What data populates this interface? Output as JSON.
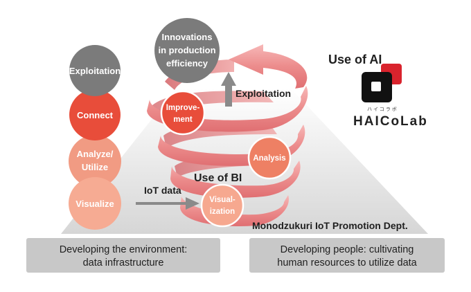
{
  "left_stack": {
    "exploitation": "Exploitation",
    "connect": "Connect",
    "analyze_line1": "Analyze/",
    "analyze_line2": "Utilize",
    "visualize": "Visualize"
  },
  "top_circle": {
    "line1": "Innovations",
    "line2": "in production",
    "line3": "efficiency"
  },
  "spiral": {
    "improvement_line1": "Improve-",
    "improvement_line2": "ment",
    "analysis": "Analysis",
    "visualization_line1": "Visual-",
    "visualization_line2": "ization",
    "exploitation_label": "Exploitation",
    "use_of_bi": "Use of BI"
  },
  "iot_label": "IoT data",
  "use_of_ai": "Use of AI",
  "haicolab": {
    "logo_text": "HAICoLab",
    "furigana": "ハ イ コ ラ ボ"
  },
  "dept": "Monodzukuri IoT Promotion Dept.",
  "bottom_boxes": {
    "left_line1": "Developing the environment:",
    "left_line2": "data infrastructure",
    "right_line1": "Developing people: cultivating",
    "right_line2": "human resources to utilize data"
  },
  "colors": {
    "gray_circle": "#7b7b7b",
    "connect_red": "#e84d3a",
    "salmon": "#ee8064",
    "light_salmon": "#f6a88f",
    "spiral_pink": "#ec8f8f",
    "logo_red": "#d9232d",
    "box_gray": "#c8c8c8"
  }
}
